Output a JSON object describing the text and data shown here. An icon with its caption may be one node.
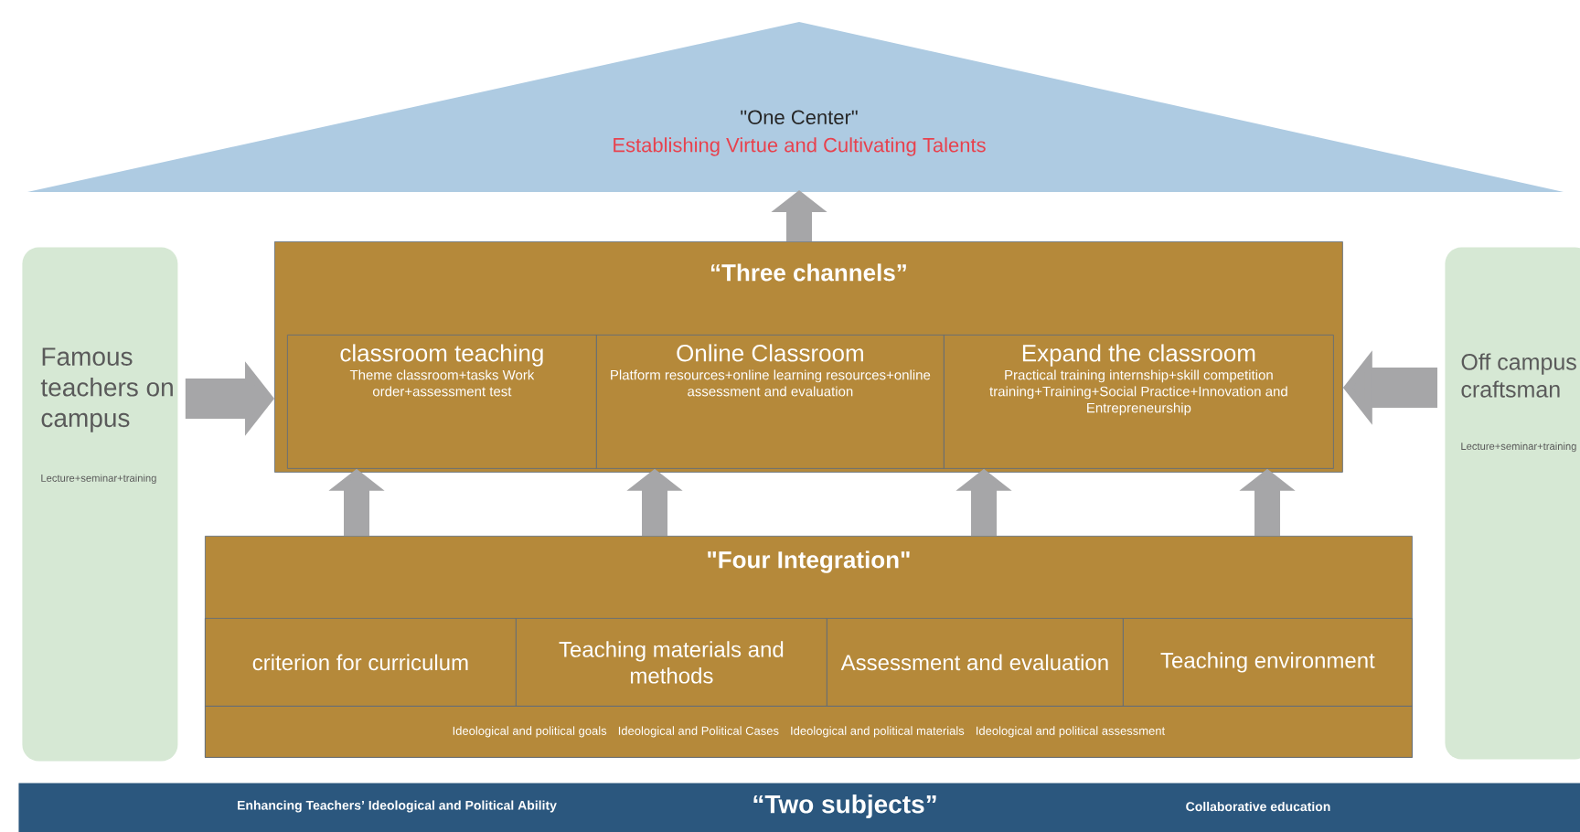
{
  "diagram": {
    "nodes": [
      {
        "text": [
          "\"One Center\"",
          "Establishing Virtue and Cultivating Talents"
        ]
      },
      {
        "text": [
          "“Three channels”"
        ]
      },
      {
        "text": [
          "classroom teaching",
          "Theme classroom+tasks Work order+assessment test"
        ],
        "in": 1
      },
      {
        "text": [
          "Online Classroom",
          "Platform resources+online learning resources+online assessment and evaluation"
        ],
        "in": 1
      },
      {
        "text": [
          "Expand the classroom",
          "Practical training internship+skill competition training+Training+Social Practice+Innovation and Entrepreneurship"
        ],
        "in": 1
      },
      {
        "text": [
          "\"Four Integration\""
        ]
      },
      {
        "text": [
          "criterion for curriculum"
        ],
        "in": 5
      },
      {
        "text": [
          "Teaching materials and methods"
        ],
        "in": 5
      },
      {
        "text": [
          "Assessment and evaluation"
        ],
        "in": 5
      },
      {
        "text": [
          "Teaching environment"
        ],
        "in": 5
      },
      {
        "text": [
          "Ideological and political goals",
          "Ideological and Political Cases",
          "Ideological and political materials",
          "Ideological and political assessment"
        ],
        "in": 5
      },
      {
        "text": [
          "Famous teachers on campus",
          "Lecture+seminar+training"
        ]
      },
      {
        "text": [
          "Off campus craftsman",
          "Lecture+seminar+training"
        ]
      },
      {
        "text": [
          "Enhancing Teachers’ Ideological and Political Ability",
          "“Two subjects”",
          "Collaborative education"
        ]
      }
    ],
    "edges": [
      {
        "from": 1,
        "to": 0,
        "arrow": "to"
      },
      {
        "from": 5,
        "to": 2,
        "arrow": "to"
      },
      {
        "from": 5,
        "to": 3,
        "arrow": "to"
      },
      {
        "from": 5,
        "to": 4,
        "arrow": "to"
      },
      {
        "from": 5,
        "to": 4,
        "arrow": "to"
      },
      {
        "from": 11,
        "to": 2,
        "arrow": "to"
      },
      {
        "from": 12,
        "to": 4,
        "arrow": "to"
      }
    ]
  }
}
